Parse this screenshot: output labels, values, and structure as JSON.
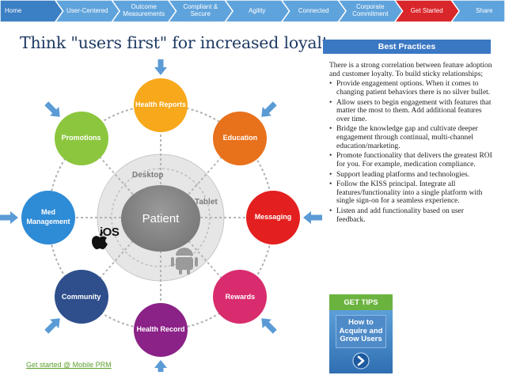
{
  "nav": [
    {
      "label": "Home",
      "color": "#3b7fc4"
    },
    {
      "label": "User-Centered",
      "color": "#5fa3dc"
    },
    {
      "label": "Outcome Measurements",
      "color": "#5fa3dc"
    },
    {
      "label": "Compliant & Secure",
      "color": "#5fa3dc"
    },
    {
      "label": "Agility",
      "color": "#5fa3dc"
    },
    {
      "label": "Connected",
      "color": "#5fa3dc"
    },
    {
      "label": "Corporate Commitment",
      "color": "#5fa3dc"
    },
    {
      "label": "Get Started",
      "color": "#d9262a"
    },
    {
      "label": "Share",
      "color": "#5fa3dc"
    }
  ],
  "title": "Think \"users first\" for increased loyalty.",
  "diagram": {
    "center": "Patient",
    "ring_labels": {
      "desktop": "Desktop",
      "tablet": "Tablet",
      "ios": "iOS"
    },
    "nodes": [
      {
        "label": "Health Reports",
        "color": "#f7a81b",
        "icon": "arrow-icon"
      },
      {
        "label": "Education",
        "color": "#e8711c",
        "icon": "arrow-icon"
      },
      {
        "label": "Messaging",
        "color": "#e3201f",
        "icon": "arrow-icon"
      },
      {
        "label": "Rewards",
        "color": "#d92c6e",
        "icon": "arrow-icon"
      },
      {
        "label": "Health Record",
        "color": "#8b2287",
        "icon": "arrow-icon"
      },
      {
        "label": "Community",
        "color": "#2e4f8c",
        "icon": "arrow-icon"
      },
      {
        "label": "Med Management",
        "color": "#2e8bd6",
        "icon": "arrow-icon"
      },
      {
        "label": "Promotions",
        "color": "#8cc63e",
        "icon": "arrow-icon"
      }
    ]
  },
  "link": "Get started @ Mobile PRM",
  "best_practices": {
    "heading": "Best Practices",
    "intro": "There is a strong correlation between feature adoption and customer loyalty. To build sticky relationships;",
    "bullets": [
      "Provide engagement options. When it comes to changing patient behaviors there is no silver bullet.",
      "Allow users to begin engagement with features that matter the most to them.  Add additional features over time.",
      "Bridge the knowledge gap and cultivate deeper engagement through continual, multi-channel education/marketing.",
      "Promote functionality that delivers the greatest ROI for you. For example, medication compliance.",
      "Support leading platforms and technologies.",
      "Follow the KISS principal. Integrate all features/functionality into a single platform with single sign-on for a seamless experience.",
      "Listen and add functionality based on user feedback."
    ]
  },
  "tips": {
    "heading": "GET TIPS",
    "card": "How to Acquire and Grow Users"
  }
}
